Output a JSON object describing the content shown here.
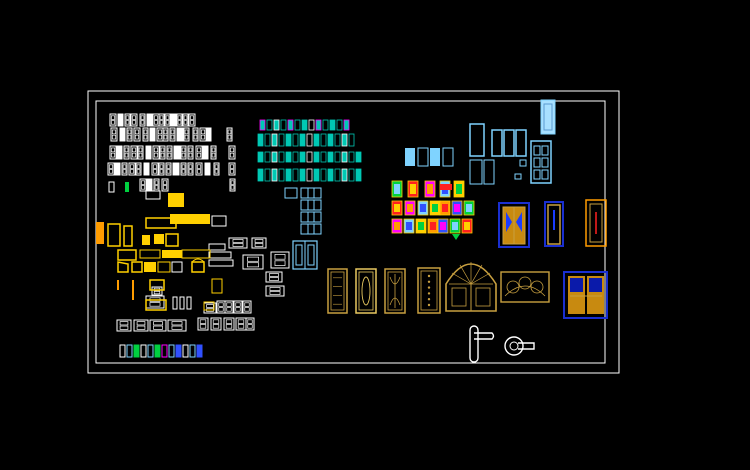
{
  "canvas": {
    "background": "#000000",
    "content": "cad-door-library-drawing"
  },
  "palette": {
    "frame": "#ffffff",
    "white": "#ffffff",
    "cyan": "#7fd3ff",
    "cyan_light": "#a8e0ff",
    "teal": "#00c8b4",
    "green": "#00d040",
    "magenta": "#ff00ff",
    "red": "#ff2020",
    "yellow": "#ffd000",
    "gold": "#c8a040",
    "orange": "#ff9c00",
    "blue": "#3050ff",
    "blue_dark": "#1a2fd0",
    "brown": "#c88a10"
  },
  "regions": {
    "white_blocks": "white-door-elevation-blocks",
    "color_blocks": "colored-door-icon-grid",
    "cyan_blocks": "cyan-door-elevations",
    "colorful_doors": "stained-glass-door-grid",
    "gold_doors": "carved-gold-door-elevations",
    "blue_gold_doors": "blue-gold-door-elevations",
    "hardware": "door-handle-blocks"
  }
}
